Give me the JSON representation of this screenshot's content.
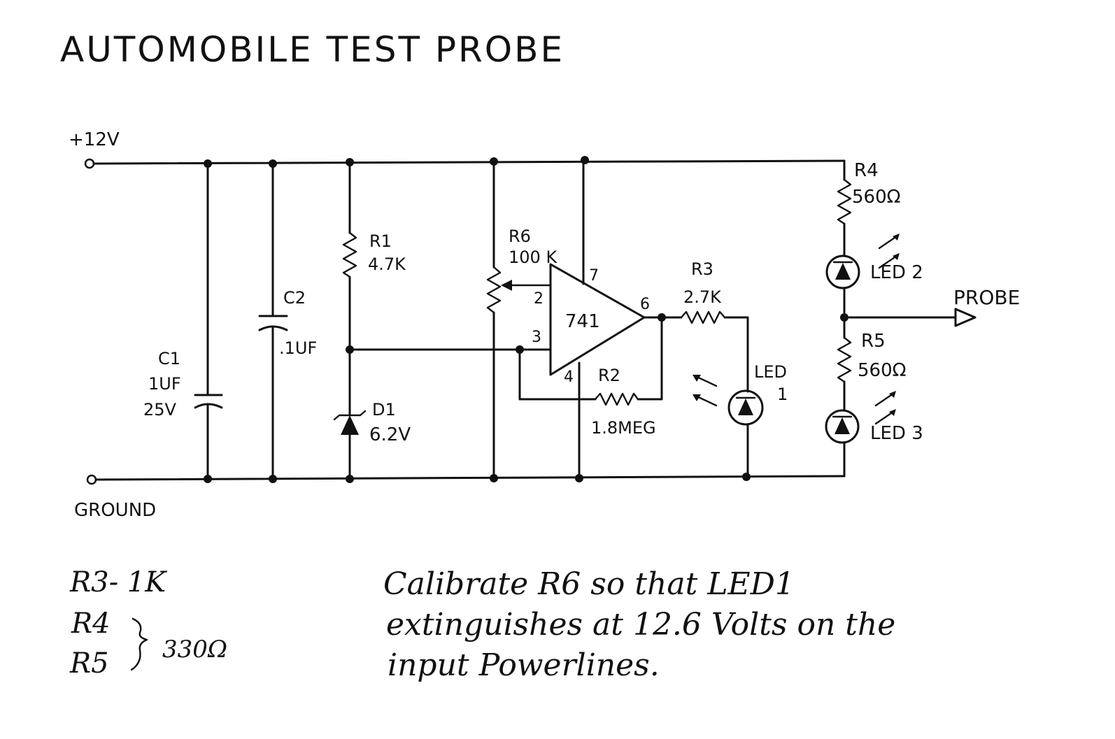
{
  "title": "AUTOMOBILE   TEST PROBE",
  "terminals": {
    "supply": "+12V",
    "ground": "GROUND",
    "probe": "PROBE"
  },
  "components": {
    "c1": {
      "name": "C1",
      "value": "1UF",
      "rating": "25V"
    },
    "c2": {
      "name": "C2",
      "value": ".1UF"
    },
    "r1": {
      "name": "R1",
      "value": "4.7K"
    },
    "d1": {
      "name": "D1",
      "value": "6.2V"
    },
    "r6": {
      "name": "R6",
      "value": "100 K"
    },
    "ic": {
      "name": "741",
      "pins": {
        "p2": "2",
        "p3": "3",
        "p4": "4",
        "p6": "6",
        "p7": "7"
      }
    },
    "r2": {
      "name": "R2",
      "value": "1.8MEG"
    },
    "r3": {
      "name": "R3",
      "value": "2.7K"
    },
    "led1": {
      "name": "LED",
      "number": "1"
    },
    "r4": {
      "name": "R4",
      "value": "560Ω"
    },
    "led2": {
      "name": "LED 2"
    },
    "r5": {
      "name": "R5",
      "value": "560Ω"
    },
    "led3": {
      "name": "LED 3"
    }
  },
  "notes": {
    "sub_r3": "R3- 1K",
    "sub_r4": "R4",
    "sub_r5": "R5",
    "sub_value": "330Ω",
    "calibration": [
      "Calibrate R6 so that LED1",
      "extinguishes at 12.6 Volts on the",
      "input Powerlines."
    ]
  }
}
